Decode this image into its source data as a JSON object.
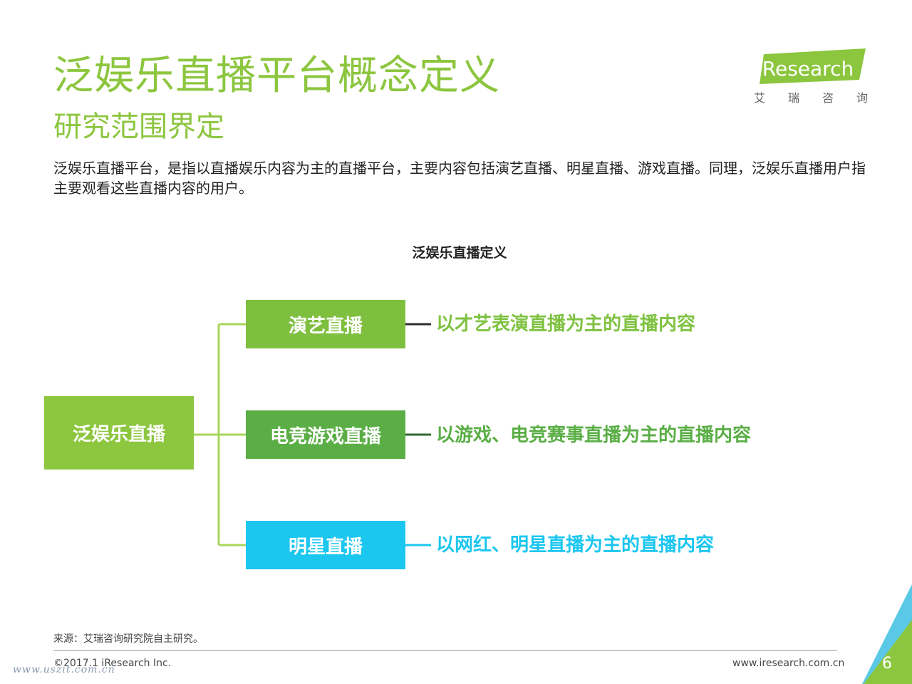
{
  "header": {
    "title": "泛娱乐直播平台概念定义",
    "subtitle": "研究范围界定"
  },
  "logo": {
    "name": "iResearch",
    "chinese_chars": [
      "艾",
      "瑞",
      "咨",
      "询"
    ]
  },
  "description": "泛娱乐直播平台，是指以直播娱乐内容为主的直播平台，主要内容包括演艺直播、明星直播、游戏直播。同理，泛娱乐直播用户指主要观看这些直播内容的用户。",
  "diagram": {
    "title": "泛娱乐直播定义",
    "root": "泛娱乐直播",
    "branches": [
      {
        "label": "演艺直播",
        "description": "以才艺表演直播为主的直播内容",
        "color": "#7fbf3f"
      },
      {
        "label": "电竞游戏直播",
        "description": "以游戏、电竞赛事直播为主的直播内容",
        "color": "#5aae45"
      },
      {
        "label": "明星直播",
        "description": "以网红、明星直播为主的直播内容",
        "color": "#1bc6ef"
      }
    ],
    "connector_color": "#a8d65a"
  },
  "footer": {
    "source": "来源：艾瑞咨询研究院自主研究。",
    "copyright": "©2017.1 iResearch Inc.",
    "website": "www.iresearch.com.cn",
    "page_number": "6",
    "watermark": "www.uszit.com.cn"
  },
  "colors": {
    "brand_green": "#8cc63f",
    "accent_blue": "#1bc6ef"
  }
}
